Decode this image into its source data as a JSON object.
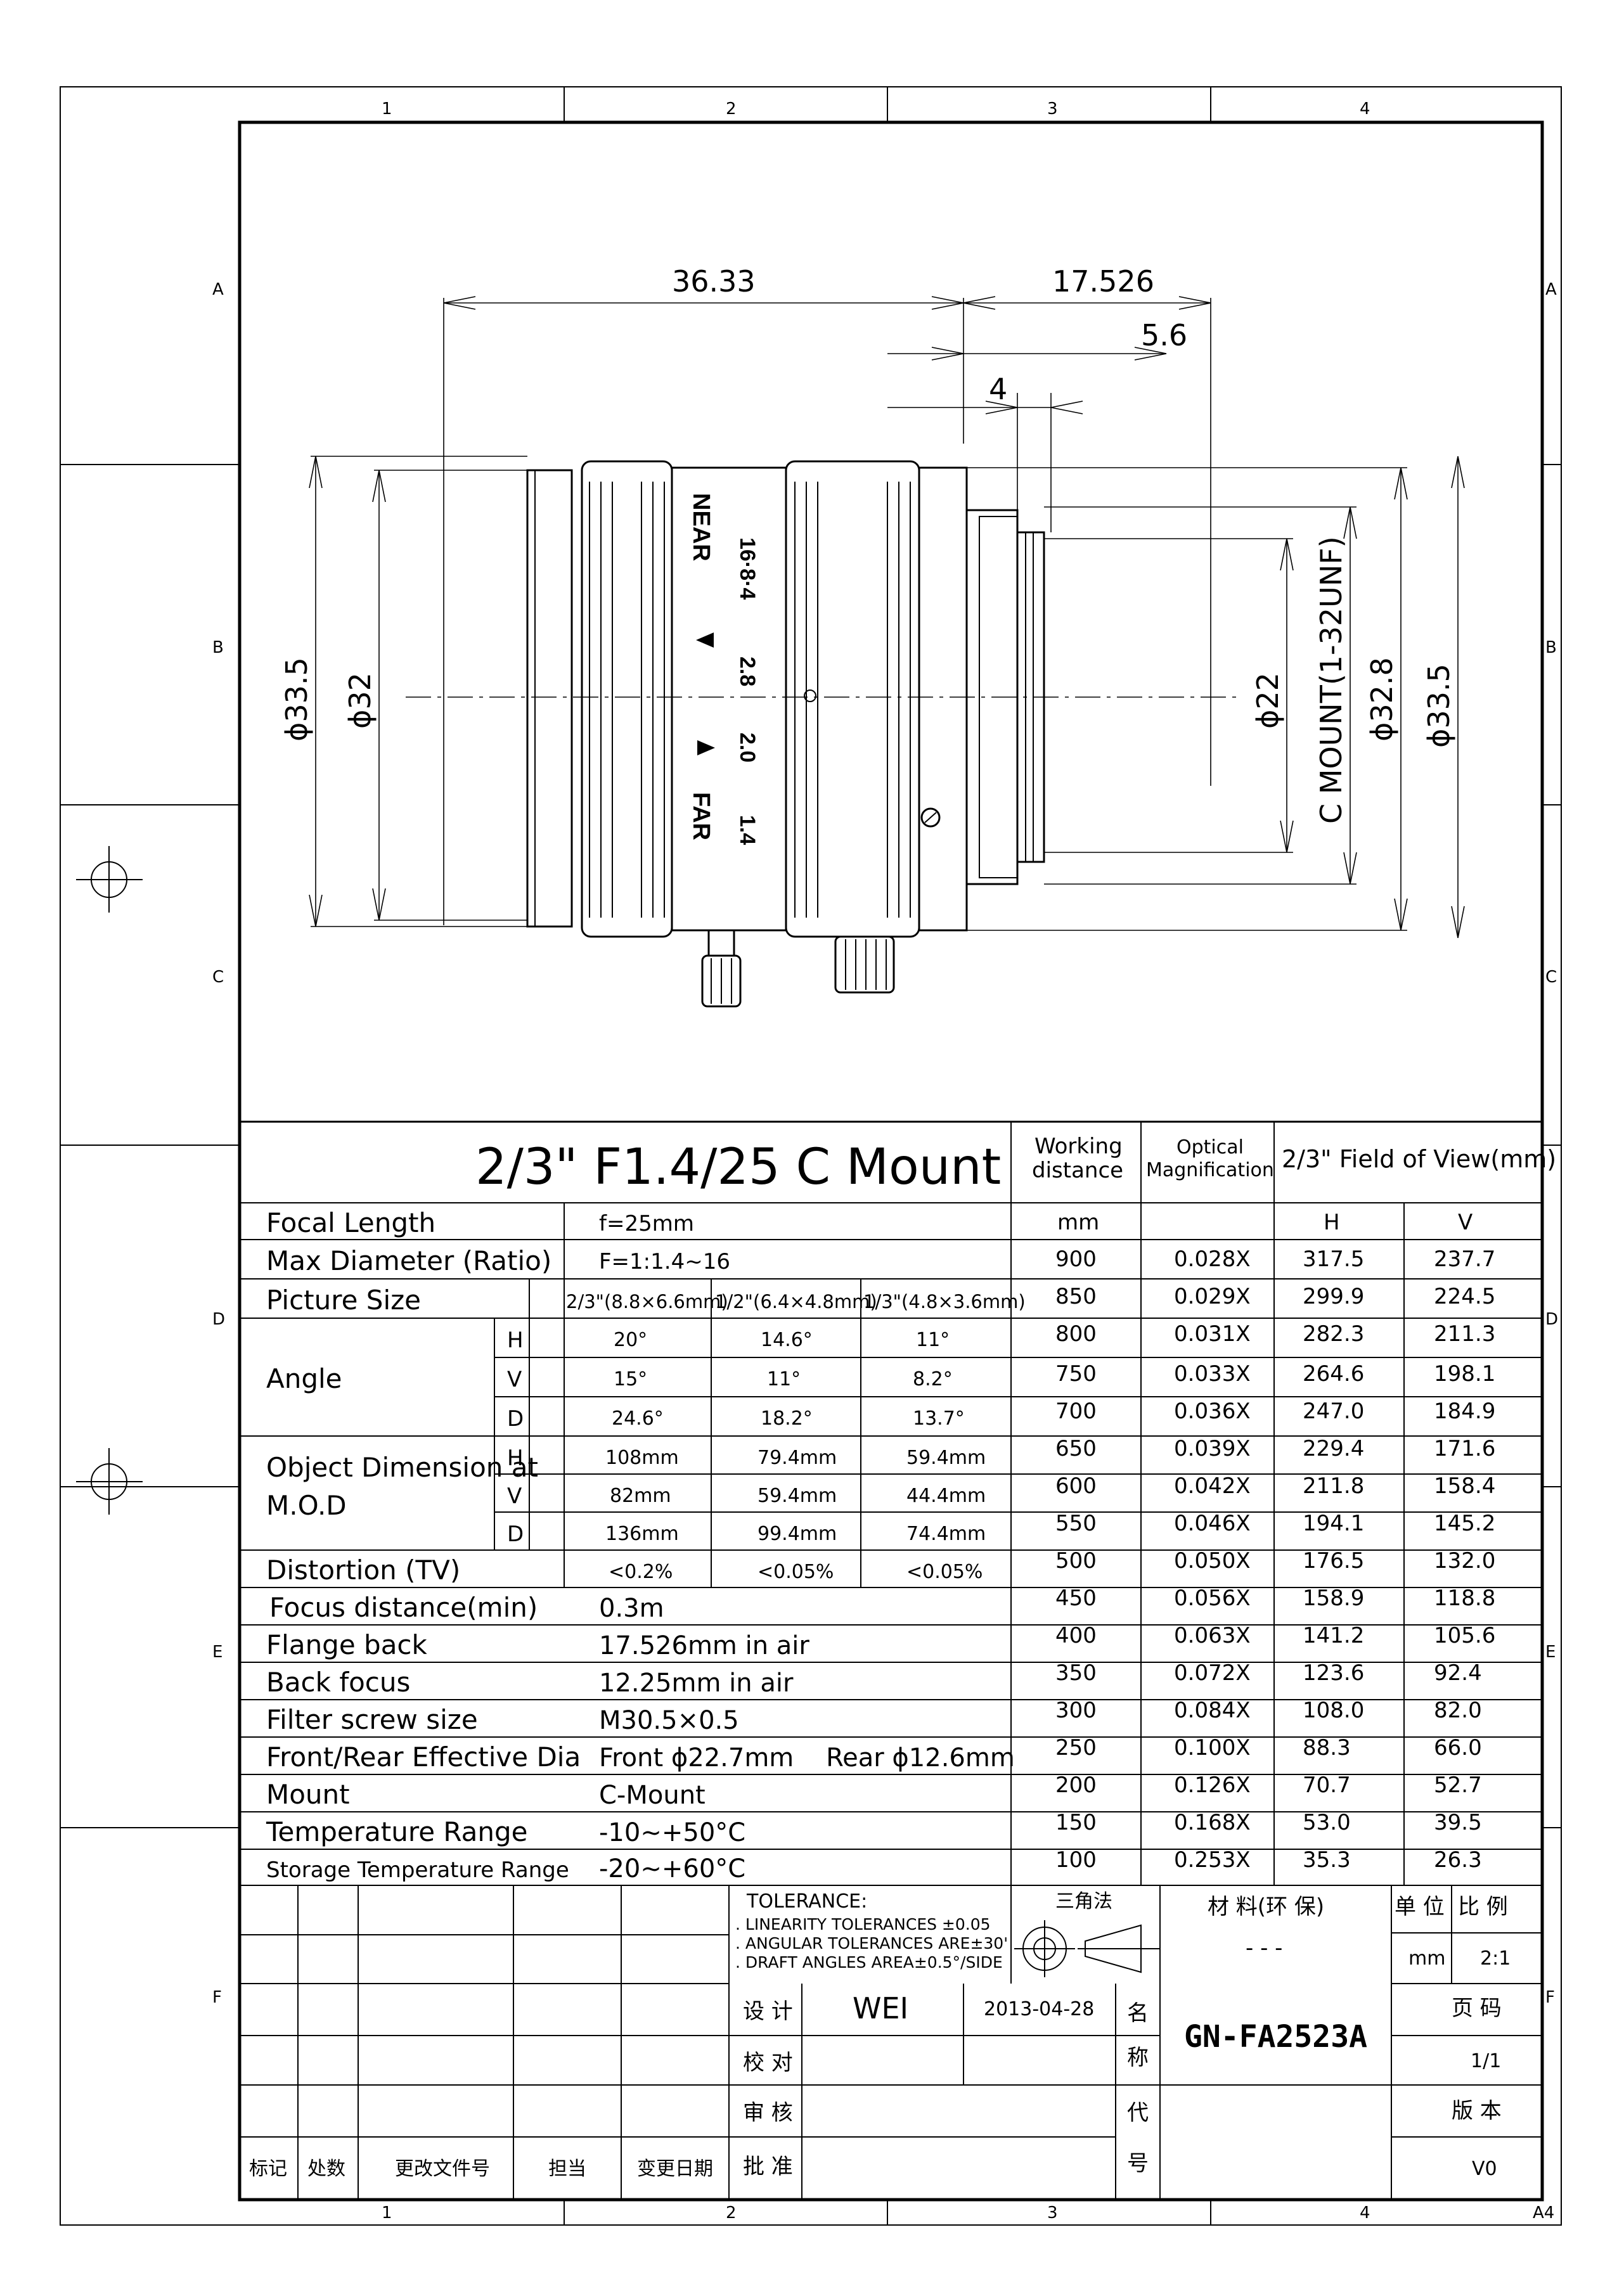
{
  "frame": {
    "zones_top": [
      "1",
      "2",
      "3",
      "4"
    ],
    "zones_side": [
      "A",
      "B",
      "C",
      "D",
      "E",
      "F"
    ],
    "sheet_size": "A4"
  },
  "drawing": {
    "dimensions": {
      "overall_front": "36.33",
      "flange_back": "17.526",
      "mount_len": "5.6",
      "thread_len": "4",
      "front_dia": "ϕ33.5",
      "front_inner": "ϕ32",
      "rear_dia22": "ϕ22",
      "c_mount": "C MOUNT(1-32UNF)",
      "rear_dia328": "ϕ32.8",
      "rear_dia335": "ϕ33.5"
    },
    "lens_markings": {
      "near": "NEAR",
      "far": "FAR",
      "scale_top": "16·8·4",
      "f28": "2.8",
      "f20": "2.0",
      "f14": "1.4"
    }
  },
  "spec": {
    "title": "2/3\" F1.4/25 C Mount",
    "rows": [
      {
        "label": "Focal Length",
        "value": "f=25mm"
      },
      {
        "label": "Max Diameter (Ratio)",
        "value": "F=1:1.4~16"
      },
      {
        "label": "Picture Size",
        "formats": [
          "2/3\"(8.8×6.6mm)",
          "1/2\"(6.4×4.8mm)",
          "1/3\"(4.8×3.6mm)"
        ]
      },
      {
        "label": "Angle",
        "sub": [
          {
            "axis": "H",
            "values": [
              "20°",
              "14.6°",
              "11°"
            ]
          },
          {
            "axis": "V",
            "values": [
              "15°",
              "11°",
              "8.2°"
            ]
          },
          {
            "axis": "D",
            "values": [
              "24.6°",
              "18.2°",
              "13.7°"
            ]
          }
        ]
      },
      {
        "label": "Object Dimension at",
        "label2": "M.O.D",
        "sub": [
          {
            "axis": "H",
            "values": [
              "108mm",
              "79.4mm",
              "59.4mm"
            ]
          },
          {
            "axis": "V",
            "values": [
              "82mm",
              "59.4mm",
              "44.4mm"
            ]
          },
          {
            "axis": "D",
            "values": [
              "136mm",
              "99.4mm",
              "74.4mm"
            ]
          }
        ]
      },
      {
        "label": "Distortion (TV)",
        "values": [
          "<0.2%",
          "<0.05%",
          "<0.05%"
        ]
      },
      {
        "label": "Focus distance(min)",
        "value": "0.3m"
      },
      {
        "label": "Flange back",
        "value": "17.526mm in air"
      },
      {
        "label": "Back focus",
        "value": "12.25mm in air"
      },
      {
        "label": "Filter screw size",
        "value": "M30.5×0.5"
      },
      {
        "label": "Front/Rear Effective Dia",
        "value": "Front ϕ22.7mm    Rear ϕ12.6mm"
      },
      {
        "label": "Mount",
        "value": "C-Mount"
      },
      {
        "label": "Temperature Range",
        "value": "-10~+50°C"
      },
      {
        "label": "Storage Temperature Range",
        "value": "-20~+60°C"
      }
    ]
  },
  "fov": {
    "h_working": "Working",
    "h_distance": "distance",
    "h_optical": "Optical",
    "h_mag": "Magnification",
    "h_fov": "2/3\" Field of View(mm)",
    "unit_mm": "mm",
    "h_H": "H",
    "h_V": "V",
    "rows": [
      [
        "900",
        "0.028X",
        "317.5",
        "237.7"
      ],
      [
        "850",
        "0.029X",
        "299.9",
        "224.5"
      ],
      [
        "800",
        "0.031X",
        "282.3",
        "211.3"
      ],
      [
        "750",
        "0.033X",
        "264.6",
        "198.1"
      ],
      [
        "700",
        "0.036X",
        "247.0",
        "184.9"
      ],
      [
        "650",
        "0.039X",
        "229.4",
        "171.6"
      ],
      [
        "600",
        "0.042X",
        "211.8",
        "158.4"
      ],
      [
        "550",
        "0.046X",
        "194.1",
        "145.2"
      ],
      [
        "500",
        "0.050X",
        "176.5",
        "132.0"
      ],
      [
        "450",
        "0.056X",
        "158.9",
        "118.8"
      ],
      [
        "400",
        "0.063X",
        "141.2",
        "105.6"
      ],
      [
        "350",
        "0.072X",
        "123.6",
        "92.4"
      ],
      [
        "300",
        "0.084X",
        "108.0",
        "82.0"
      ],
      [
        "250",
        "0.100X",
        "88.3",
        "66.0"
      ],
      [
        "200",
        "0.126X",
        "70.7",
        "52.7"
      ],
      [
        "150",
        "0.168X",
        "53.0",
        "39.5"
      ],
      [
        "100",
        "0.253X",
        "35.3",
        "26.3"
      ]
    ]
  },
  "titleblock": {
    "tolerance_title": "TOLERANCE:",
    "tol1": ". LINEARITY TOLERANCES ±0.05",
    "tol2": ". ANGULAR TOLERANCES ARE±30'",
    "tol3": ". DRAFT ANGLES AREA±0.5°/SIDE",
    "projection": "三角法",
    "material_label": "材 料(环 保)",
    "material_value": "- - -",
    "unit_label": "单 位",
    "unit_value": "mm",
    "scale_label": "比 例",
    "scale_value": "2:1",
    "design_label": "设 计",
    "designer": "WEI",
    "date": "2013-04-28",
    "check_label": "校 对",
    "review_label": "审 核",
    "approve_label": "批 准",
    "name_1": "名",
    "name_2": "称",
    "code_1": "代",
    "code_2": "号",
    "part_name": "GN-FA2523A",
    "page_label": "页 码",
    "page_value": "1/1",
    "version_label": "版 本",
    "version_value": "V0",
    "rev_cols": [
      "标记",
      "处数",
      "更改文件号",
      "担当",
      "变更日期"
    ]
  }
}
